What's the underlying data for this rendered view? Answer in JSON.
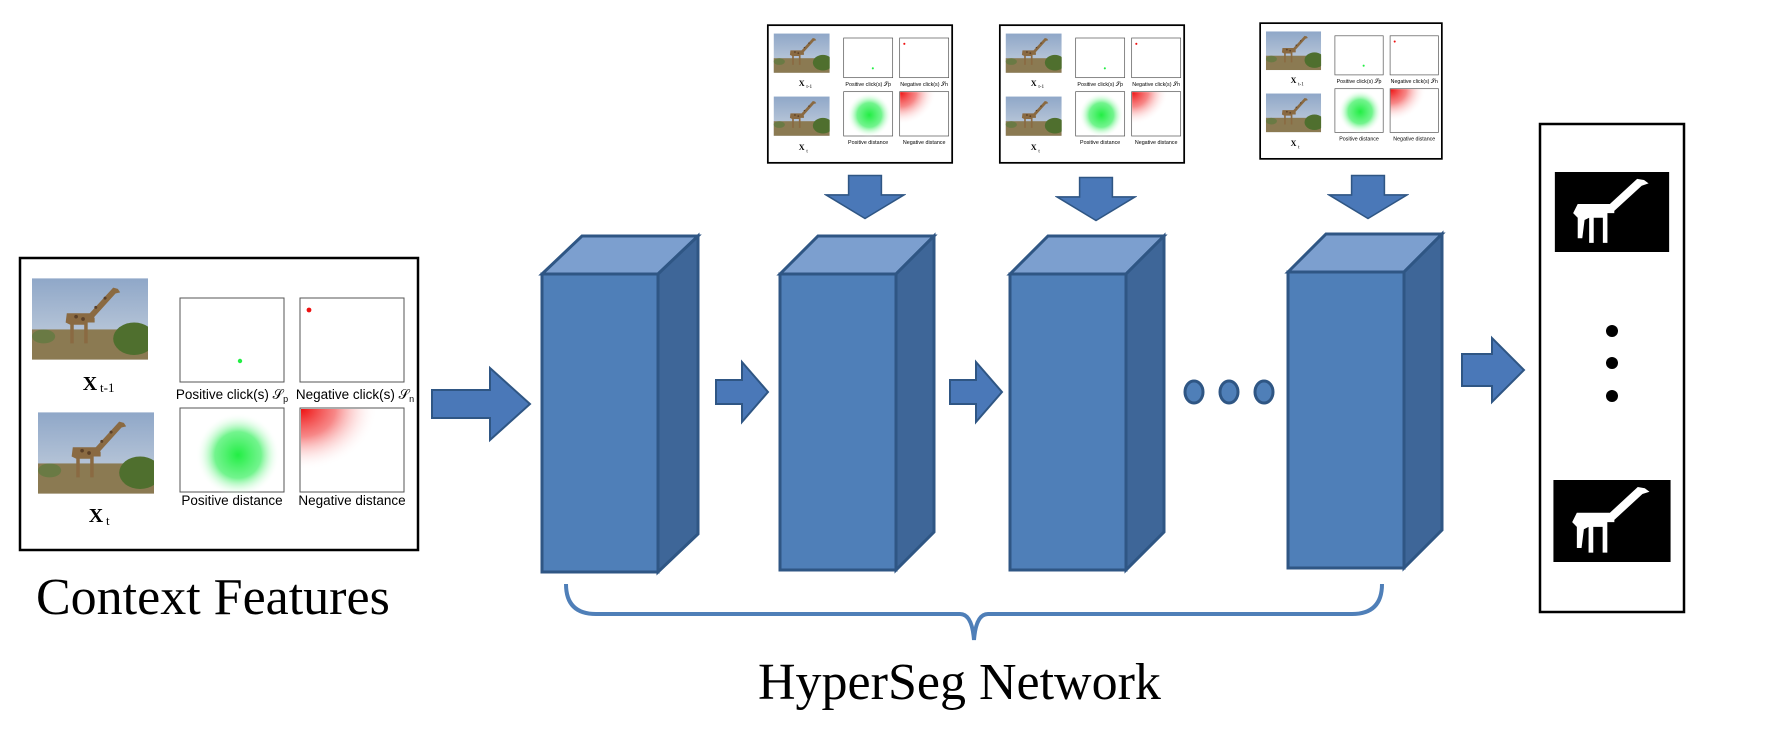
{
  "context_panel": {
    "frame_labels": [
      "X",
      "X"
    ],
    "frame_subscripts": [
      "t-1",
      "t"
    ],
    "map_labels": {
      "positive_clicks": "Positive click(s) 𝒮",
      "positive_clicks_sub": "p",
      "negative_clicks": "Negative click(s) 𝒮",
      "negative_clicks_sub": "n",
      "positive_distance": "Positive distance",
      "negative_distance": "Negative distance"
    }
  },
  "captions": {
    "context_features": "Context Features",
    "network": "HyperSeg Network"
  },
  "colors": {
    "block_front": "#4f7fb8",
    "block_top": "#7c9fcf",
    "block_side": "#3e6698",
    "block_edge": "#2f5684",
    "arrow": "#4a78b8",
    "positive": "#22ee44",
    "negative": "#ee1111"
  },
  "icons": [
    "giraffe-photo-icon",
    "giraffe-mask-icon",
    "ellipsis-dots-icon",
    "vertical-dots-icon",
    "brace-icon"
  ]
}
